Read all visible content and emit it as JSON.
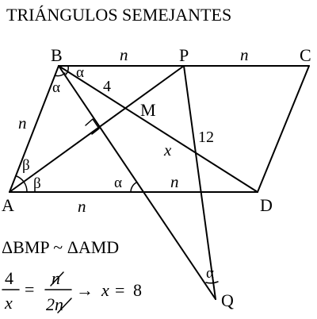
{
  "title": "TRIÁNGULOS SEMEJANTES",
  "points": {
    "A": "A",
    "B": "B",
    "C": "C",
    "D": "D",
    "P": "P",
    "M": "M",
    "Q": "Q"
  },
  "segment_labels": {
    "BP": "n",
    "PC": "n",
    "AB": "n",
    "AD": "n",
    "inner_n": "n",
    "BM": "4",
    "PQ_part": "12",
    "MD": "x"
  },
  "angles": {
    "alpha": "α",
    "beta": "β"
  },
  "relation": "ΔBMP ~ ΔAMD",
  "equation": {
    "num1": "4",
    "den1": "x",
    "equals": "=",
    "num2": "n",
    "den2": "2n",
    "arrow": "→",
    "result_var": "x",
    "result_eq": "=",
    "result_val": "8"
  }
}
